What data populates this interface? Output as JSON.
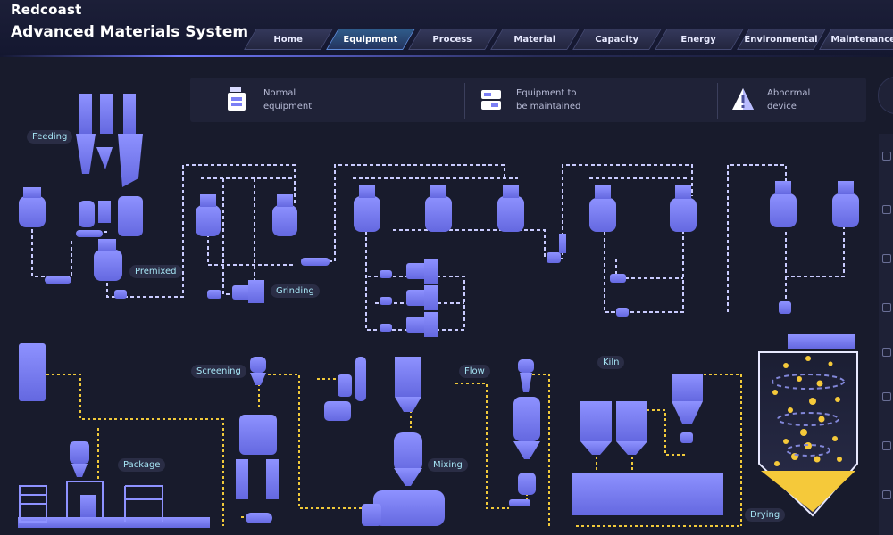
{
  "header": {
    "brand": "Redcoast",
    "title": "Advanced Materials System"
  },
  "nav": {
    "active": "Equipment",
    "tabs": [
      "Home",
      "Equipment",
      "Process",
      "Material",
      "Capacity",
      "Energy",
      "Environmental",
      "Maintenance"
    ]
  },
  "legend": {
    "items": [
      {
        "line1": "Normal",
        "line2": "equipment",
        "icon": "normal-equipment-icon"
      },
      {
        "line1": "Equipment to",
        "line2": "be maintained",
        "icon": "maintenance-equipment-icon"
      },
      {
        "line1": "Abnormal",
        "line2": "device",
        "icon": "abnormal-device-icon"
      }
    ]
  },
  "stations": {
    "feeding": "Feeding",
    "premixed": "Premixed",
    "grinding": "Grinding",
    "screening": "Screening",
    "flow": "Flow",
    "kiln": "Kiln",
    "package": "Package",
    "mixing": "Mixing",
    "drying": "Drying"
  },
  "colors": {
    "equipment": "#7b7ff5",
    "pipe_top": "#c9cbff",
    "pipe_bottom": "#f0c93a",
    "particles": "#f5c93a",
    "active_tab": "#2f5b8a"
  }
}
